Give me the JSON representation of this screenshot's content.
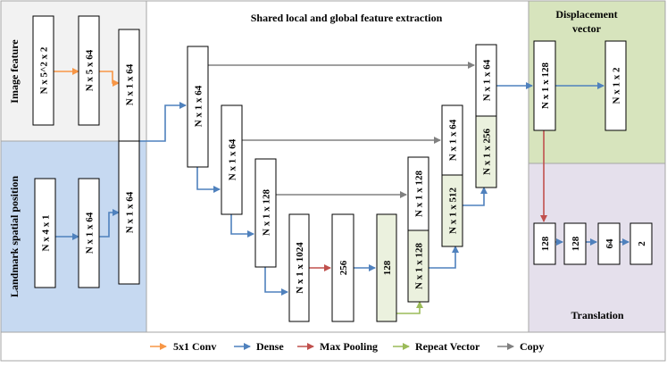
{
  "regions": {
    "image_feature_label": "Image feature",
    "landmark_label": "Landmark  spatial position",
    "shared_title": "Shared local and global feature extraction",
    "displacement_title_line1": "Displacement",
    "displacement_title_line2": "vector",
    "translation_title": "Translation"
  },
  "boxes": {
    "img_in": "N x 5^2 x 2",
    "img_conv": "N x 5 x 64",
    "img_dense": "N x 1 x 64",
    "lm_in": "N x 4 x 1",
    "lm_dense1": "N x 1 x 64",
    "lm_dense2": "N x 1 x 64",
    "enc1": "N x 1 x 64",
    "enc2": "N x 1 x 64",
    "enc3": "N x 1 x 128",
    "enc4": "N x 1 x 1024",
    "pool": "256",
    "dense128": "128",
    "rep128": "N x 1 x 128",
    "dec1_top": "N x 1 x 128",
    "dec2_top": "N x 1 x 64",
    "dec2_bot": "N x 1 x 512",
    "dec3_top": "N x 1 x 64",
    "dec3_bot": "N x 1 x 256",
    "disp1": "N x 1 x 128",
    "disp2": "N x 1 x 2",
    "tr1": "128",
    "tr2": "128",
    "tr3": "64",
    "tr4": "2"
  },
  "legend": {
    "conv": "5x1 Conv",
    "dense": "Dense",
    "maxpool": "Max Pooling",
    "repeat": "Repeat Vector",
    "copy": "Copy"
  },
  "colors": {
    "conv": "#f79646",
    "dense": "#4f81bd",
    "maxpool": "#c0504d",
    "repeat": "#9bbb59",
    "copy": "#808080",
    "image_bg": "#f2f2f2",
    "landmark_bg": "#c6d9f1",
    "displacement_bg": "#d7e4bd",
    "translation_bg": "#e5e0ec",
    "green_box": "#ebf1de"
  }
}
